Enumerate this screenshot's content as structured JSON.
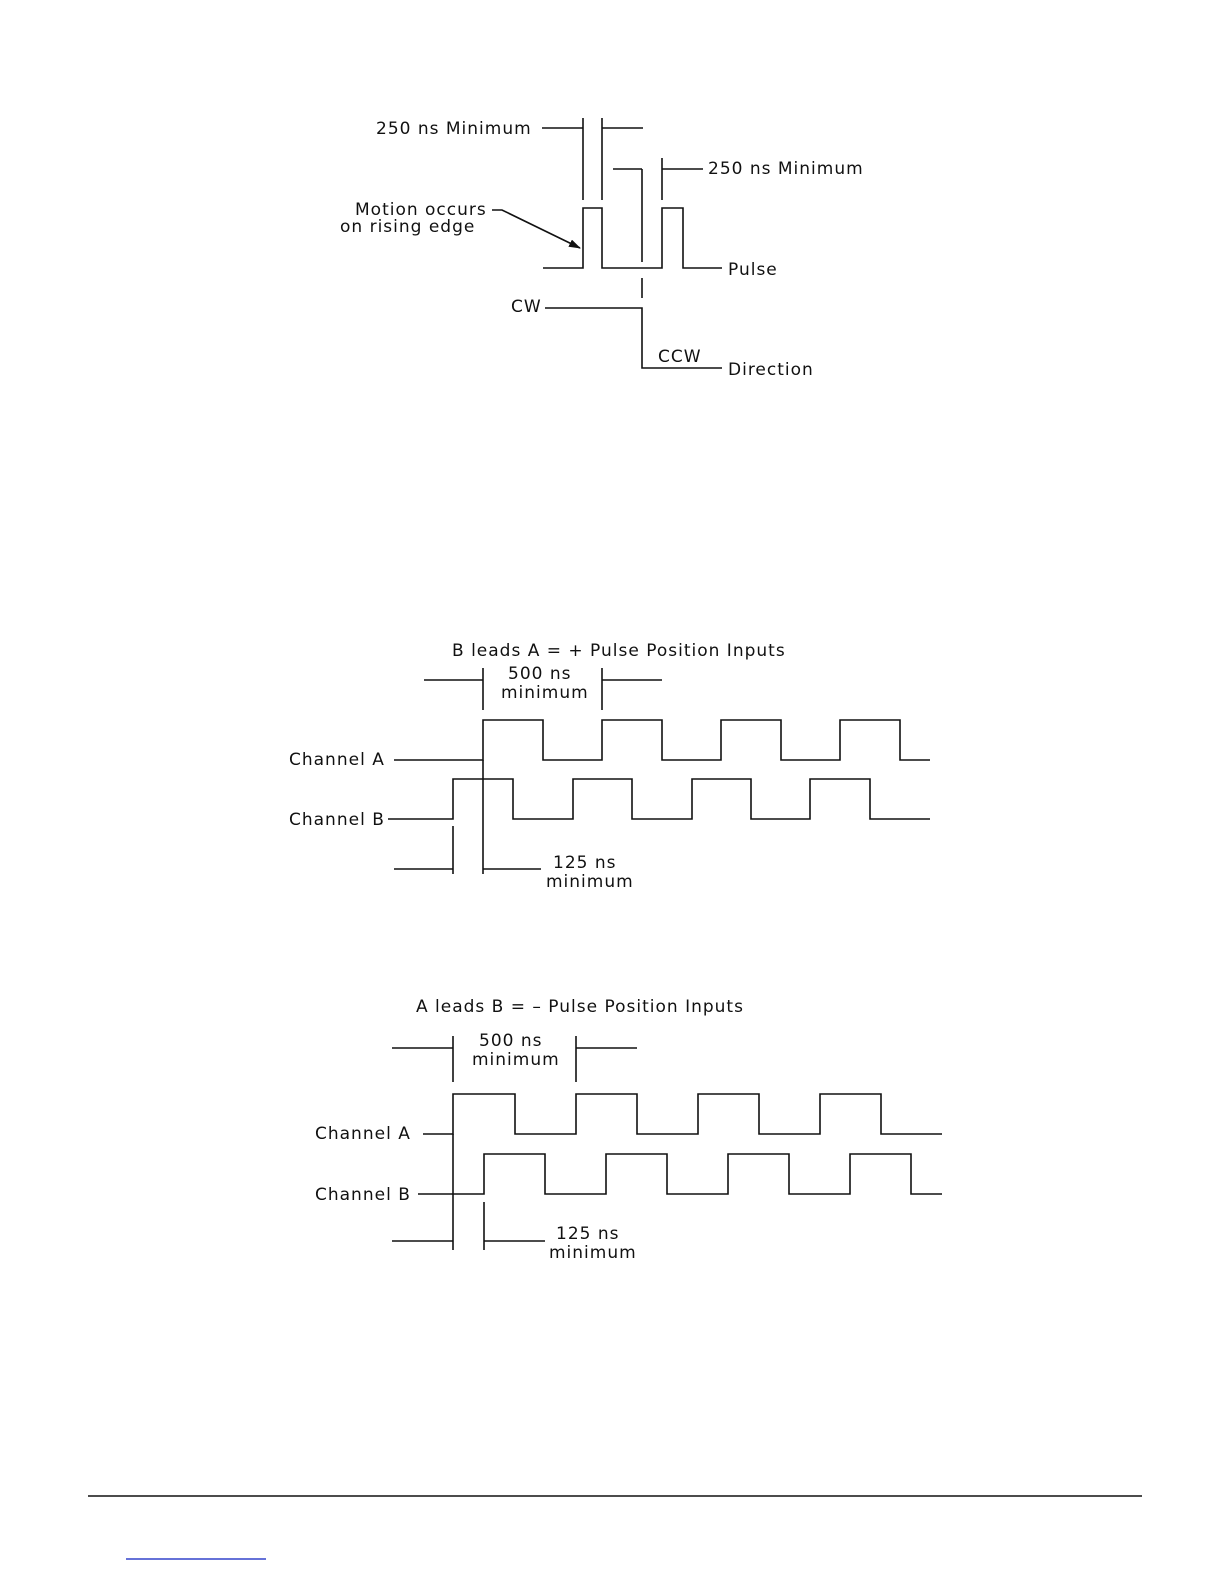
{
  "diagram1": {
    "label_250_top": "250 ns Minimum",
    "label_250_right": "250 ns Minimum",
    "motion_line1": "Motion occurs",
    "motion_line2": "on rising edge",
    "pulse_label": "Pulse",
    "cw_label": "CW",
    "ccw_label": "CCW",
    "direction_label": "Direction"
  },
  "diagram2": {
    "title": "B leads A = + Pulse Position Inputs",
    "label_500_line1": "500 ns",
    "label_500_line2": "minimum",
    "channel_a": "Channel A",
    "channel_b": "Channel B",
    "label_125_line1": "125 ns",
    "label_125_line2": "minimum"
  },
  "diagram3": {
    "title": "A leads B = – Pulse Position Inputs",
    "label_500_line1": "500 ns",
    "label_500_line2": "minimum",
    "channel_a": "Channel A",
    "channel_b": "Channel B",
    "label_125_line1": "125 ns",
    "label_125_line2": "minimum"
  },
  "colors": {
    "ink": "#111111",
    "link": "#3344cc",
    "background": "#ffffff"
  }
}
